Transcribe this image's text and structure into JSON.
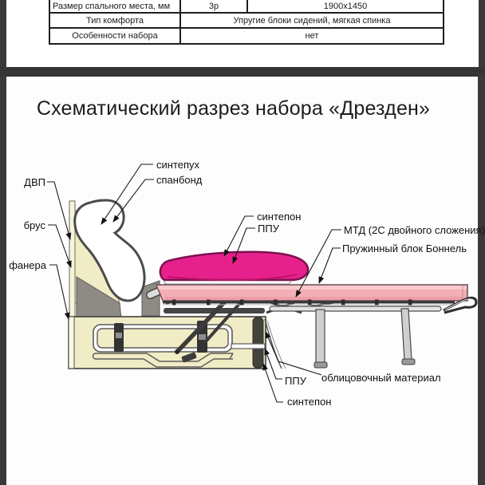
{
  "table": {
    "rows": [
      {
        "label": "Размер спального места, мм",
        "code": "3р",
        "value": "1900х1450"
      },
      {
        "label": "Тип комфорта",
        "value": "Упругие блоки сидений, мягкая спинка"
      },
      {
        "label": "Особенности набора",
        "value": "нет"
      }
    ]
  },
  "diagram": {
    "title": "Схематический разрез набора «Дрезден»",
    "labels": {
      "dvp": "ДВП",
      "brus": "брус",
      "fanera": "фанера",
      "sintepuh": "синтепух",
      "spanbond": "спанбонд",
      "sintepon_seat": "синтепон",
      "ppu_seat": "ППУ",
      "mtd": "МТД (2С двойного сложения)",
      "spring_block": "Пружинный блок Боннель",
      "facing": "облицовочный материал",
      "ppu_base": "ППУ",
      "sintepon_base": "синтепон"
    },
    "colors": {
      "seat_cushion": "#e7218c",
      "mattress": "#f4aeb6",
      "wood": "#f0ecc5",
      "gray_panel": "#8d8b83",
      "frame": "#353538"
    }
  }
}
